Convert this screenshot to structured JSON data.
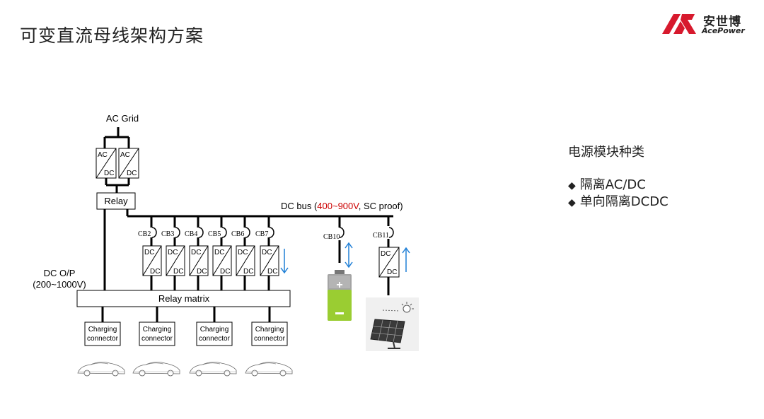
{
  "slide": {
    "title": "可变直流母线架构方案"
  },
  "logo": {
    "name_cn": "安世博",
    "name_en": "AcePower",
    "brand_color": "#d7192d"
  },
  "panel": {
    "heading": "电源模块种类",
    "items": [
      {
        "bullet": "◆",
        "text": "隔离AC/DC"
      },
      {
        "bullet": "◆",
        "text": "单向隔离DCDC"
      }
    ]
  },
  "diagram": {
    "ac_grid_label": "AC Grid",
    "relay_label": "Relay",
    "dc_bus_prefix": "DC bus (",
    "dc_bus_voltage": "400~900V",
    "dc_bus_suffix": ", SC proof)",
    "dc_op_label": "DC O/P",
    "dc_op_range": "(200~1000V)",
    "relay_matrix_label": "Relay matrix",
    "acdc_top": "AC",
    "acdc_bottom": "DC",
    "dcdc_top": "DC",
    "dcdc_bottom": "DC",
    "breakers": [
      "CB2",
      "CB3",
      "CB4",
      "CB5",
      "CB6",
      "CB7"
    ],
    "cb_battery": "CB10",
    "cb_solar": "CB11",
    "connector_line1": "Charging",
    "connector_line2": "connector",
    "accent_red": "#cc0000",
    "arrow_blue": "#1f7fd6",
    "battery_green": "#9acd32"
  }
}
